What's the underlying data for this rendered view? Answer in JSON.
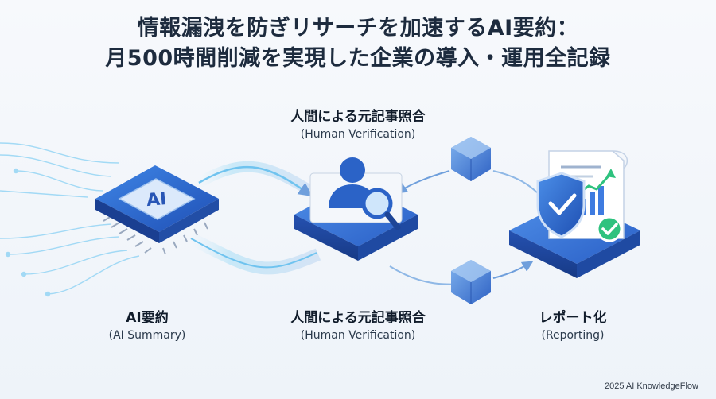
{
  "title": {
    "line1": "情報漏洩を防ぎリサーチを加速するAI要約：",
    "line2": "月500時間削減を実現した企業の導入・運用全記録"
  },
  "nodes": {
    "ai_summary": {
      "label_jp": "AI要約",
      "label_en": "(AI Summary)",
      "chip_text": "AI"
    },
    "human_verification_top": {
      "label_jp": "人間による元記事照合",
      "label_en": "(Human Verification)"
    },
    "human_verification_bottom": {
      "label_jp": "人間による元記事照合",
      "label_en": "(Human Verification)"
    },
    "reporting": {
      "label_jp": "レポート化",
      "label_en": "(Reporting)"
    }
  },
  "footer": {
    "credit": "2025 AI KnowledgeFlow"
  },
  "colors": {
    "accent_blue": "#2f6fd6",
    "light_blue": "#6fc3ef",
    "platform_blue": "#2c62c9",
    "check_green": "#2ec27e"
  }
}
